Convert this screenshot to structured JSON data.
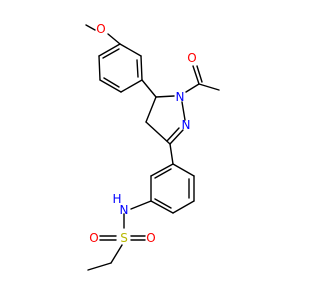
{
  "atoms": {
    "methoxy_o": {
      "label": "O",
      "color": "#ff0000"
    },
    "acetyl_o": {
      "label": "O",
      "color": "#ff0000"
    },
    "n1": {
      "label": "N",
      "color": "#0000ff"
    },
    "n2": {
      "label": "N",
      "color": "#0000ff"
    },
    "nh_h": {
      "label": "H",
      "color": "#0000ff"
    },
    "nh_n": {
      "label": "N",
      "color": "#0000ff"
    },
    "sulfur": {
      "label": "S",
      "color": "#b8b800"
    },
    "so_o_left": {
      "label": "O",
      "color": "#ff0000"
    },
    "so_o_right": {
      "label": "O",
      "color": "#ff0000"
    }
  }
}
